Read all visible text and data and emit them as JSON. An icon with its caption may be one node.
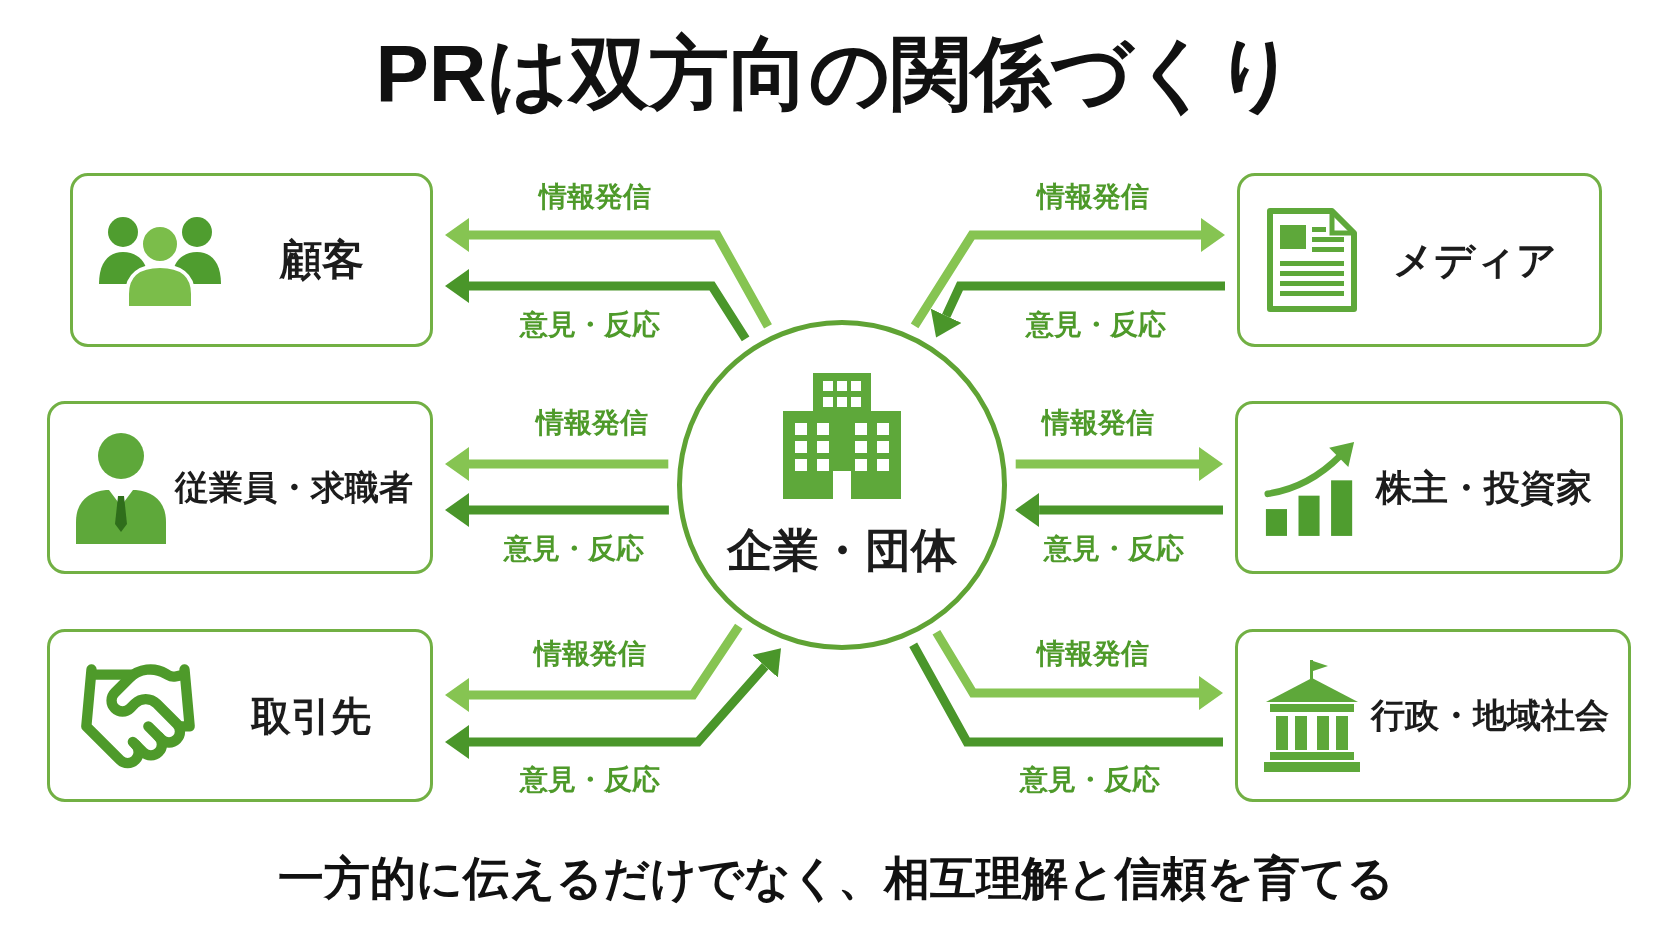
{
  "diagram": {
    "title": "PRは双方向の関係づくり",
    "caption": "一方的に伝えるだけでなく、相互理解と信頼を育てる",
    "nodes": [
      {
        "text": [
          "顧客"
        ]
      },
      {
        "text": [
          "メディア"
        ]
      },
      {
        "text": [
          "従業員・求職者"
        ]
      },
      {
        "text": [
          "企業・団体"
        ]
      },
      {
        "text": [
          "株主・投資家"
        ]
      },
      {
        "text": [
          "取引先"
        ]
      },
      {
        "text": [
          "行政・地域社会"
        ]
      }
    ],
    "edges": [
      {
        "from": 3,
        "to": 0,
        "arrow": "to",
        "label": "情報発信"
      },
      {
        "from": 3,
        "to": 0,
        "arrow": "to",
        "label": "意見・反応",
        "color": "#4a962a"
      },
      {
        "from": 3,
        "to": 1,
        "arrow": "to",
        "label": "情報発信"
      },
      {
        "from": 1,
        "to": 3,
        "arrow": "to",
        "label": "意見・反応",
        "color": "#4a962a"
      },
      {
        "from": 3,
        "to": 2,
        "arrow": "to",
        "label": "情報発信"
      },
      {
        "from": 3,
        "to": 2,
        "arrow": "to",
        "label": "意見・反応",
        "color": "#4a962a"
      },
      {
        "from": 3,
        "to": 4,
        "arrow": "to",
        "label": "情報発信"
      },
      {
        "from": 4,
        "to": 3,
        "arrow": "to",
        "label": "意見・反応",
        "color": "#4a962a"
      },
      {
        "from": 3,
        "to": 5,
        "arrow": "to",
        "label": "情報発信"
      },
      {
        "from": 5,
        "to": 3,
        "arrow": "both",
        "label": "意見・反応",
        "color": "#4a962a"
      },
      {
        "from": 3,
        "to": 6,
        "arrow": "to",
        "label": "情報発信"
      },
      {
        "from": 6,
        "to": 3,
        "arrow": "none",
        "label": "意見・反応",
        "color": "#4a962a"
      }
    ]
  }
}
